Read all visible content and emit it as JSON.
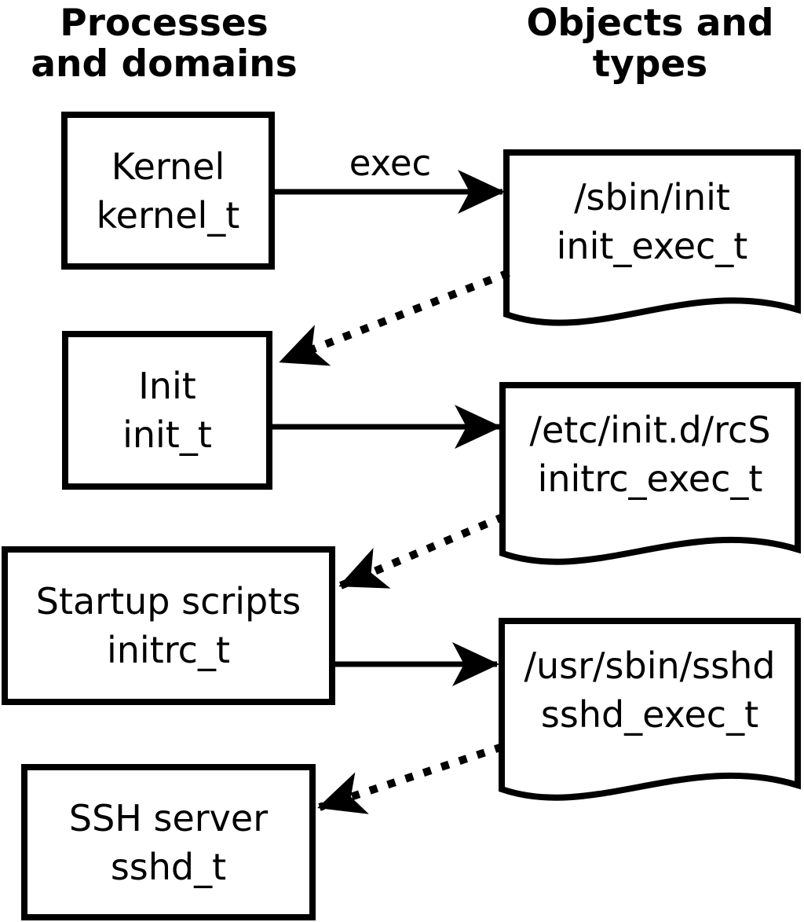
{
  "headers": {
    "left": {
      "line1": "Processes",
      "line2": "and domains"
    },
    "right": {
      "line1": "Objects and",
      "line2": "types"
    }
  },
  "edge_labels": {
    "exec": "exec"
  },
  "nodes": {
    "processes": [
      {
        "name": "Kernel",
        "type": "kernel_t"
      },
      {
        "name": "Init",
        "type": "init_t"
      },
      {
        "name": "Startup scripts",
        "type": "initrc_t"
      },
      {
        "name": "SSH server",
        "type": "sshd_t"
      }
    ],
    "objects": [
      {
        "path": "/sbin/init",
        "type": "init_exec_t"
      },
      {
        "path": "/etc/init.d/rcS",
        "type": "initrc_exec_t"
      },
      {
        "path": "/usr/sbin/sshd",
        "type": "sshd_exec_t"
      }
    ]
  },
  "colors": {
    "foreground": "#000000",
    "background": "#ffffff"
  }
}
